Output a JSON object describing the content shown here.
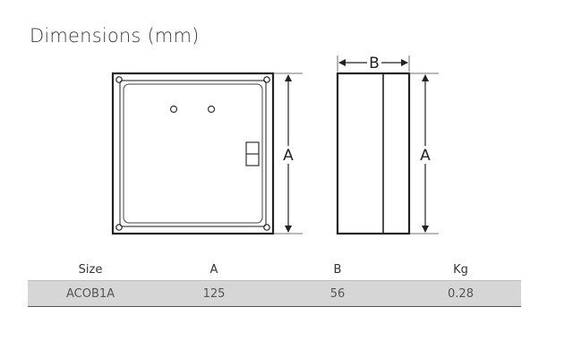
{
  "title": "Dimensions (mm)",
  "labels": {
    "height_front": "A",
    "width_side": "B",
    "height_side": "A"
  },
  "table": {
    "headers": [
      "Size",
      "A",
      "B",
      "Kg"
    ],
    "rows": [
      [
        "ACOB1A",
        "125",
        "56",
        "0.28"
      ]
    ]
  }
}
